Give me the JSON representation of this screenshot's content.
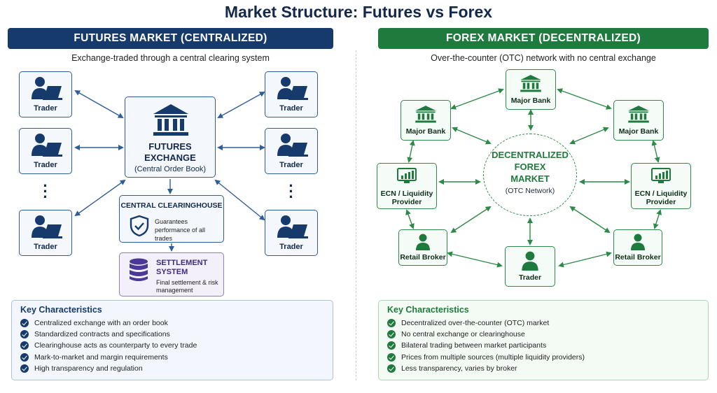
{
  "title": "Market Structure: Futures vs Forex",
  "futures": {
    "banner": "FUTURES MARKET  (CENTRALIZED)",
    "subtitle": "Exchange-traded through a central clearing system",
    "trader_label": "Trader",
    "exchange": {
      "line1": "FUTURES",
      "line2": "EXCHANGE",
      "line3": "(Central Order Book)"
    },
    "clearing": {
      "title": "CENTRAL CLEARINGHOUSE",
      "desc": "Guarantees performance of all trades"
    },
    "settlement": {
      "title": "SETTLEMENT SYSTEM",
      "desc": "Final settlement & risk management"
    },
    "key_title": "Key Characteristics",
    "key_items": [
      "Centralized exchange with an order book",
      "Standardized contracts and specifications",
      "Clearinghouse acts as counterparty to every trade",
      "Mark-to-market and margin requirements",
      "High transparency and regulation"
    ]
  },
  "forex": {
    "banner": "FOREX MARKET  (DECENTRALIZED)",
    "subtitle": "Over-the-counter (OTC) network with no central exchange",
    "major_bank_label": "Major Bank",
    "ecn_label": "ECN / Liquidity Provider",
    "retail_broker_label": "Retail Broker",
    "trader_label": "Trader",
    "hub": {
      "line1": "DECENTRALIZED",
      "line2": "FOREX",
      "line3": "MARKET",
      "line4": "(OTC Network)"
    },
    "key_title": "Key Characteristics",
    "key_items": [
      "Decentralized over-the-counter (OTC) market",
      "No central exchange or clearinghouse",
      "Bilateral trading between market participants",
      "Prices from multiple sources (multiple liquidity providers)",
      "Less transparency, varies by broker"
    ]
  },
  "colors": {
    "futures_accent": "#163a6b",
    "forex_accent": "#1f7a3d",
    "settlement_accent": "#3f2a84"
  }
}
